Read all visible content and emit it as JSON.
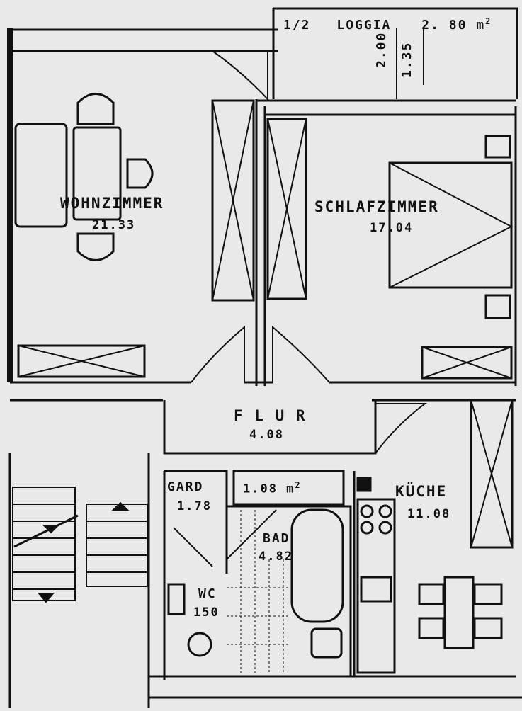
{
  "plan": {
    "loggia": {
      "prefix": "1/2",
      "name": "LOGGIA",
      "area": "2. 80 m",
      "superscript": "2"
    },
    "dimension_labels": [
      "2.00",
      "1.35"
    ],
    "rooms": {
      "wohnzimmer": {
        "name": "WOHNZIMMER",
        "area": "21.33"
      },
      "schlafzimmer": {
        "name": "SCHLAFZIMMER",
        "area": "17.04"
      },
      "flur": {
        "name": "F L U R",
        "area": "4.08"
      },
      "gard": {
        "name": "GARD",
        "area": "1.78"
      },
      "abstell": {
        "area": "1.08 m",
        "superscript": "2"
      },
      "kueche": {
        "name": "KÜCHE",
        "area": "11.08"
      },
      "bad": {
        "name": "BAD",
        "area": "4.82"
      },
      "wc": {
        "name": "WC",
        "area": "150"
      }
    },
    "colors": {
      "paper": "#e9e9e9",
      "ink": "#111111"
    }
  }
}
